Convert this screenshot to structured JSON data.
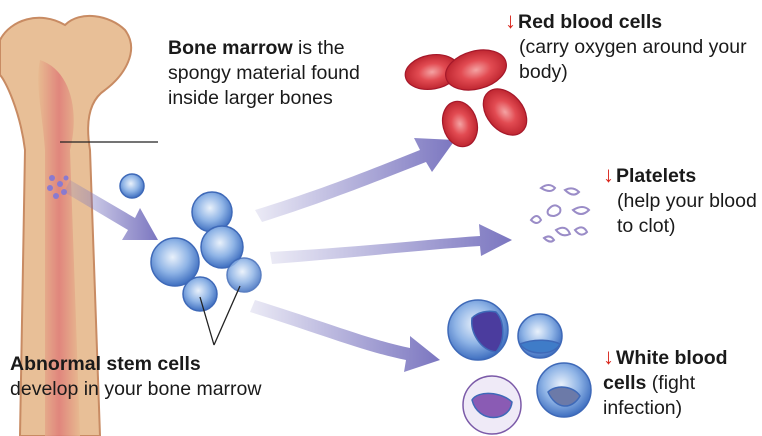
{
  "colors": {
    "bone": "#e7b98f",
    "bone_edge": "#c88b63",
    "marrow": "#e07e7a",
    "arrow": "#7b76c0",
    "red_cell": "#d6343b",
    "stem_cell": "#5d87cf",
    "platelet": "#9a8cc7",
    "down_arrow": "#d9261c"
  },
  "icons": {
    "down_arrow": "↓"
  },
  "labels": {
    "bone_marrow": {
      "title": "Bone marrow",
      "rest": " is the spongy material found inside larger bones"
    },
    "stem_cells": {
      "title": "Abnormal stem cells",
      "rest": "develop in your bone marrow"
    },
    "red_blood_cells": {
      "title": "Red blood cells",
      "rest": "(carry oxygen around your body)"
    },
    "platelets": {
      "title": "Platelets",
      "rest": "(help your blood to clot)"
    },
    "white_blood_cells": {
      "title": "White blood cells",
      "rest": " (fight infection)"
    }
  }
}
